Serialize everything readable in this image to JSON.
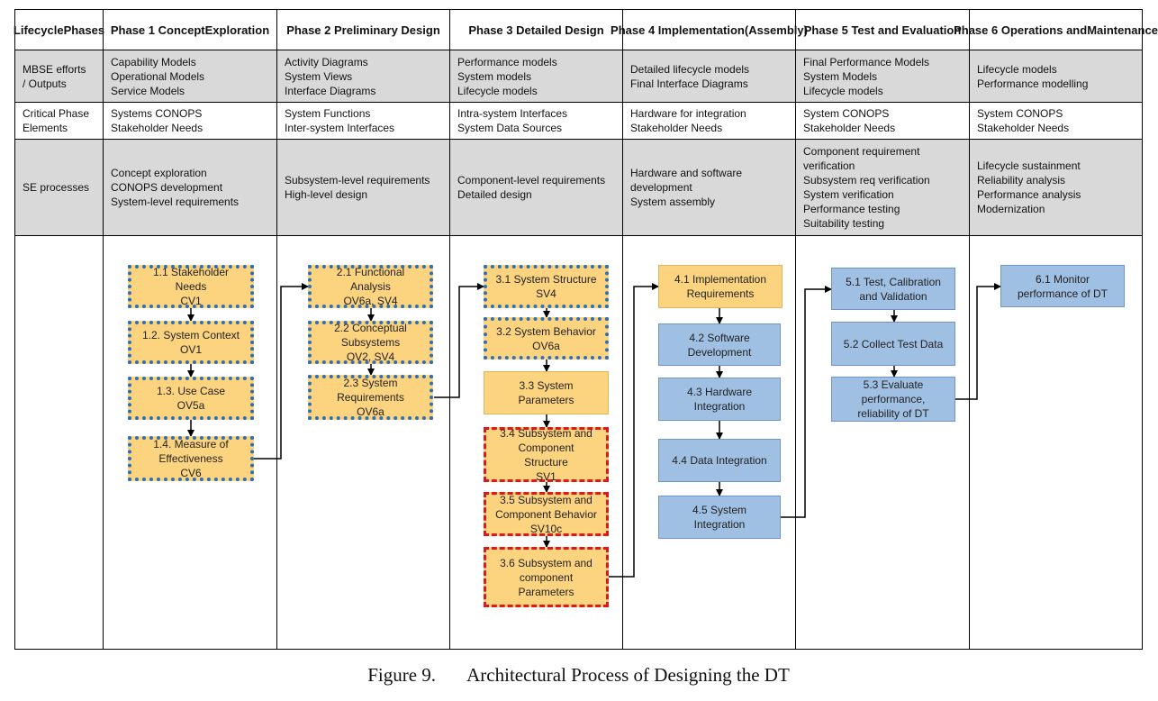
{
  "header": {
    "lifecycle": [
      "Lifecycle",
      "Phases"
    ],
    "phases": [
      [
        "Phase 1 Concept",
        "Exploration"
      ],
      [
        "Phase 2 Preliminary Design"
      ],
      [
        "Phase 3 Detailed Design"
      ],
      [
        "Phase 4 Implementation",
        "(Assembly)"
      ],
      [
        "Phase 5 Test and Evaluation"
      ],
      [
        "Phase 6 Operations and",
        "Maintenance"
      ]
    ]
  },
  "rows": {
    "mbse": {
      "label": [
        "MBSE efforts",
        "/ Outputs"
      ],
      "cells": [
        [
          "Capability Models",
          "Operational Models",
          "Service Models"
        ],
        [
          "Activity Diagrams",
          "System Views",
          "Interface Diagrams"
        ],
        [
          "Performance models",
          "System models",
          "Lifecycle models"
        ],
        [
          "Detailed lifecycle models",
          "Final Interface Diagrams"
        ],
        [
          "Final Performance Models",
          "System Models",
          "Lifecycle models"
        ],
        [
          "Lifecycle models",
          "Performance modelling"
        ]
      ]
    },
    "critical": {
      "label": [
        "Critical Phase",
        "Elements"
      ],
      "cells": [
        [
          "Systems CONOPS",
          "Stakeholder Needs"
        ],
        [
          "System Functions",
          "Inter-system Interfaces"
        ],
        [
          "Intra-system Interfaces",
          "System Data Sources"
        ],
        [
          "Hardware for integration",
          "Stakeholder Needs"
        ],
        [
          "System CONOPS",
          "Stakeholder Needs"
        ],
        [
          "System CONOPS",
          "Stakeholder Needs"
        ]
      ]
    },
    "se": {
      "label": [
        "SE processes"
      ],
      "cells": [
        [
          "Concept exploration",
          "CONOPS development",
          "System-level requirements"
        ],
        [
          "Subsystem-level requirements",
          "High-level design"
        ],
        [
          "Component-level requirements",
          "Detailed design"
        ],
        [
          "Hardware and software",
          "development",
          "System assembly"
        ],
        [
          "Component requirement",
          "verification",
          "Subsystem req verification",
          "System verification",
          "Performance testing",
          "Suitability testing"
        ],
        [
          "Lifecycle sustainment",
          "Reliability analysis",
          "Performance analysis",
          "Modernization"
        ]
      ]
    }
  },
  "boxes": {
    "b1_1": [
      "1.1 Stakeholder",
      "Needs",
      "CV1"
    ],
    "b1_2": [
      "1.2. System Context",
      "OV1"
    ],
    "b1_3": [
      "1.3. Use Case",
      "OV5a"
    ],
    "b1_4": [
      "1.4. Measure of",
      "Effectiveness",
      "CV6"
    ],
    "b2_1": [
      "2.1 Functional",
      "Analysis",
      "OV6a, SV4"
    ],
    "b2_2": [
      "2.2 Conceptual",
      "Subsystems",
      "OV2, SV4"
    ],
    "b2_3": [
      "2.3 System",
      "Requirements",
      "OV6a"
    ],
    "b3_1": [
      "3.1 System Structure",
      "SV4"
    ],
    "b3_2": [
      "3.2 System Behavior",
      "OV6a"
    ],
    "b3_3": [
      "3.3 System",
      "Parameters"
    ],
    "b3_4": [
      "3.4 Subsystem and",
      "Component",
      "Structure",
      "SV1"
    ],
    "b3_5": [
      "3.5 Subsystem and",
      "Component Behavior",
      "SV10c"
    ],
    "b3_6": [
      "3.6 Subsystem and",
      "component",
      "Parameters"
    ],
    "b4_1": [
      "4.1 Implementation",
      "Requirements"
    ],
    "b4_2": [
      "4.2 Software",
      "Development"
    ],
    "b4_3": [
      "4.3 Hardware",
      "Integration"
    ],
    "b4_4": [
      "4.4 Data Integration"
    ],
    "b4_5": [
      "4.5 System",
      "Integration"
    ],
    "b5_1": [
      "5.1 Test, Calibration",
      "and Validation"
    ],
    "b5_2": [
      "5.2 Collect Test Data"
    ],
    "b5_3": [
      "5.3 Evaluate",
      "performance,",
      "reliability of DT"
    ],
    "b6_1": [
      "6.1 Monitor",
      "performance of DT"
    ]
  },
  "caption": {
    "number": "Figure 9.",
    "title": "Architectural Process of Designing the DT"
  }
}
